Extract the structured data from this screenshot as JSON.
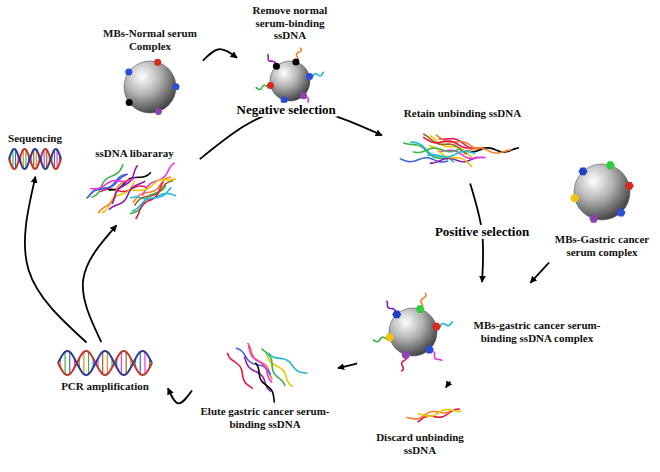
{
  "diagram": {
    "nodes": [
      {
        "text": [
          "Remove normal serum-binding ssDNA"
        ]
      },
      {
        "text": [
          "MBs-Normal serum Complex"
        ]
      },
      {
        "text": [
          "Retain unbinding ssDNA"
        ]
      },
      {
        "text": [
          "Sequencing"
        ]
      },
      {
        "text": [
          "ssDNA libararay"
        ]
      },
      {
        "text": [
          "MBs-Gastric cancer serum complex"
        ]
      },
      {
        "text": [
          "MBs-gastric cancer serum-binding ssDNA complex"
        ]
      },
      {
        "text": [
          "Elute gastric cancer serum-binding ssDNA"
        ]
      },
      {
        "text": [
          "PCR amplification"
        ]
      },
      {
        "text": [
          "Discard unbinding ssDNA"
        ]
      }
    ],
    "edges": [
      {
        "from": 4,
        "to": 2,
        "arrow": "to",
        "label": "Negative selection"
      },
      {
        "from": 1,
        "to": 0,
        "arrow": "to"
      },
      {
        "from": 2,
        "to": 6,
        "arrow": "to",
        "label": "Positive selection"
      },
      {
        "from": 5,
        "to": 6,
        "arrow": "to"
      },
      {
        "from": 6,
        "to": 9,
        "arrow": "to"
      },
      {
        "from": 6,
        "to": 7,
        "arrow": "to"
      },
      {
        "from": 7,
        "to": 8,
        "arrow": "to"
      },
      {
        "from": 8,
        "to": 4,
        "arrow": "to"
      },
      {
        "from": 8,
        "to": 3,
        "arrow": "to"
      }
    ]
  }
}
